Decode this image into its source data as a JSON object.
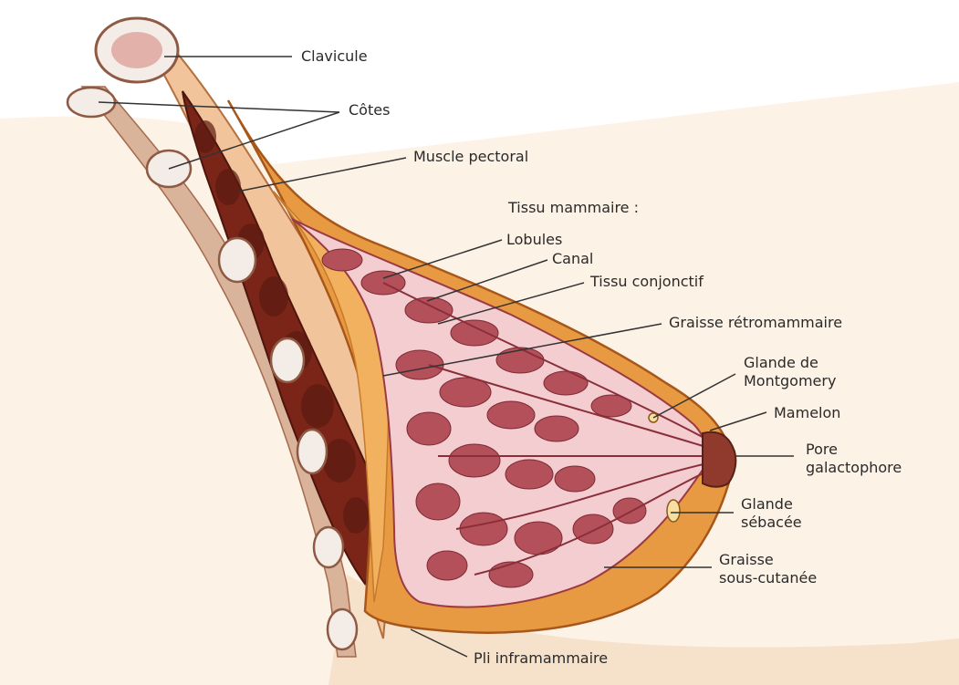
{
  "colors": {
    "background": "#ffffff",
    "skin": "#f7dcc3",
    "fat": "#e89a42",
    "fat_dark": "#c9722a",
    "muscle": "#7a2518",
    "gland": "#b4505a",
    "gland_light": "#f3cdd0",
    "bone": "#f4ece6",
    "leader_line": "#333333",
    "label_text": "#2a2a2a"
  },
  "labels": {
    "clavicule": "Clavicule",
    "cotes": "Côtes",
    "muscle_pectoral": "Muscle pectoral",
    "tissu_mammaire": "Tissu mammaire :",
    "lobules": "Lobules",
    "canal": "Canal",
    "tissu_conjonctif": "Tissu conjonctif",
    "graisse_retromammaire": "Graisse rétromammaire",
    "glande_montgomery_1": "Glande de",
    "glande_montgomery_2": "Montgomery",
    "mamelon": "Mamelon",
    "pore_1": "Pore",
    "pore_2": "galactophore",
    "glande_sebacee_1": "Glande",
    "glande_sebacee_2": "sébacée",
    "graisse_sous_cutanee_1": "Graisse",
    "graisse_sous_cutanee_2": "sous-cutanée",
    "pli_inframammaire": "Pli inframammaire"
  }
}
